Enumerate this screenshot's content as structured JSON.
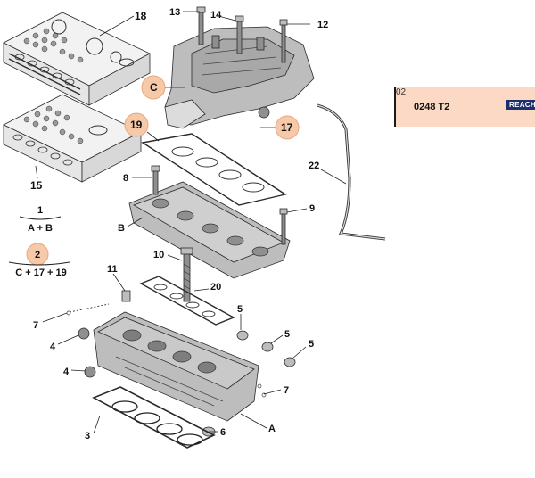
{
  "reference_panel": {
    "code": "02",
    "part_number": "0248 T2",
    "badge": "REACH"
  },
  "kits": {
    "formula_1": {
      "number": "1",
      "composition": "A + B"
    },
    "formula_2": {
      "number": "2",
      "composition": "C + 17 + 19"
    }
  },
  "callouts": {
    "n18": "18",
    "n15": "15",
    "n13": "13",
    "n14": "14",
    "n12": "12",
    "nC": "C",
    "n17": "17",
    "n19": "19",
    "n22": "22",
    "n8": "8",
    "n9": "9",
    "nB": "B",
    "n10": "10",
    "n11": "11",
    "n20": "20",
    "n7a": "7",
    "n4a": "4",
    "n4b": "4",
    "n5a": "5",
    "n5b": "5",
    "n5c": "5",
    "n7b": "7",
    "n3": "3",
    "n6": "6",
    "nA": "A"
  },
  "highlighted_callouts": [
    "C",
    "17",
    "19",
    "2"
  ],
  "colors": {
    "highlight": "#f6c9a8",
    "panel_bg": "#fbd9c4",
    "badge_bg": "#1e2f6e"
  }
}
